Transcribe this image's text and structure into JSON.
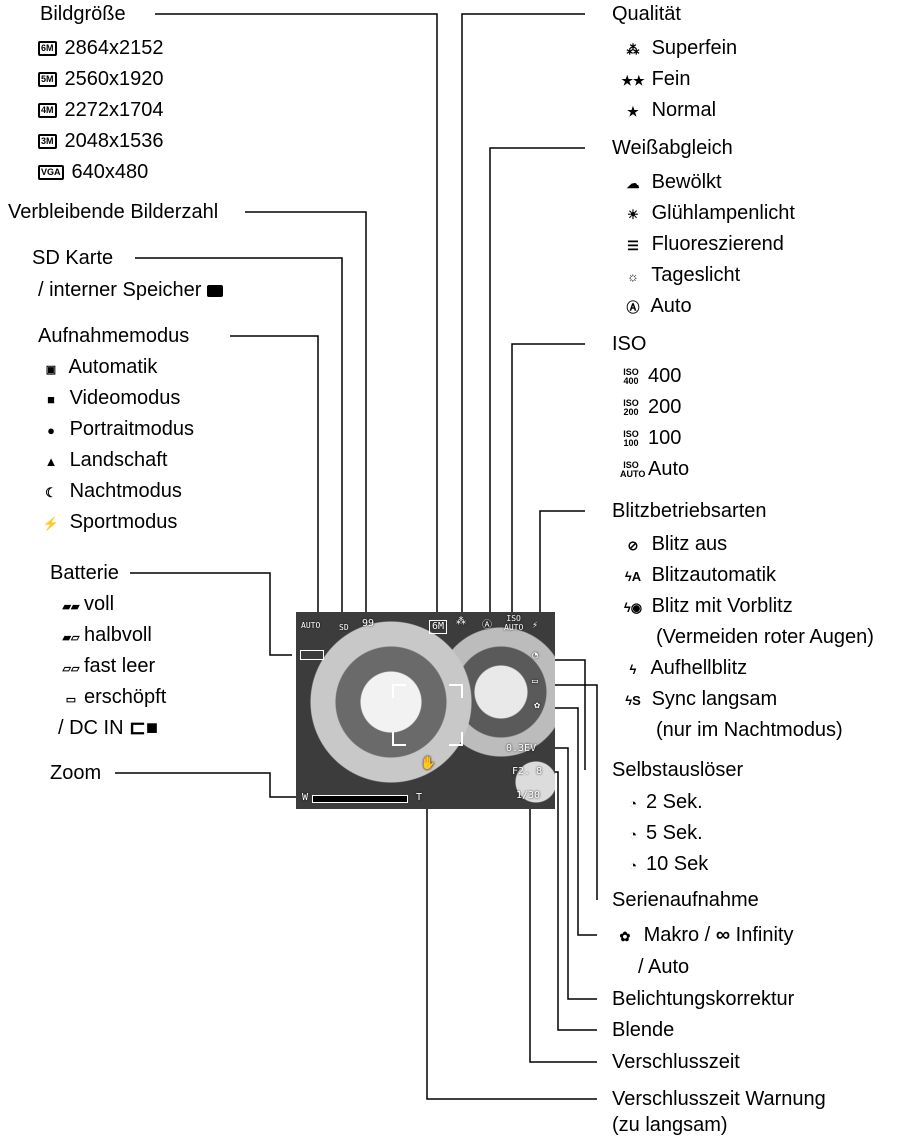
{
  "left": {
    "bildgroesse": {
      "title": "Bildgröße",
      "items": [
        {
          "icon": "6M",
          "text": "2864x2152"
        },
        {
          "icon": "5M",
          "text": "2560x1920"
        },
        {
          "icon": "4M",
          "text": "2272x1704"
        },
        {
          "icon": "3M",
          "text": "2048x1536"
        },
        {
          "icon": "VGA",
          "text": "640x480"
        }
      ]
    },
    "verbleibende": "Verbleibende Bilderzahl",
    "sd_karte": "SD Karte",
    "interner_speicher": "/ interner Speicher",
    "aufnahmemodus": {
      "title": "Aufnahmemodus",
      "items": [
        "Automatik",
        "Videomodus",
        "Portraitmodus",
        "Landschaft",
        "Nachtmodus",
        "Sportmodus"
      ]
    },
    "batterie": {
      "title": "Batterie",
      "items": [
        "voll",
        "halbvoll",
        "fast leer",
        "erschöpft"
      ],
      "dc_in": "/ DC IN"
    },
    "zoom": "Zoom"
  },
  "right": {
    "qualitaet": {
      "title": "Qualität",
      "items": [
        "Superfein",
        "Fein",
        "Normal"
      ]
    },
    "weissabgleich": {
      "title": "Weißabgleich",
      "items": [
        "Bewölkt",
        "Glühlampenlicht",
        "Fluoreszierend",
        "Tageslicht",
        "Auto"
      ]
    },
    "iso": {
      "title": "ISO",
      "items": [
        {
          "icon_top": "ISO",
          "icon_bottom": "400",
          "text": "400"
        },
        {
          "icon_top": "ISO",
          "icon_bottom": "200",
          "text": "200"
        },
        {
          "icon_top": "ISO",
          "icon_bottom": "100",
          "text": "100"
        },
        {
          "icon_top": "ISO",
          "icon_bottom": "AUTO",
          "text": "Auto"
        }
      ]
    },
    "blitz": {
      "title": "Blitzbetriebsarten",
      "items": [
        "Blitz aus",
        "Blitzautomatik",
        "Blitz mit Vorblitz",
        "(Vermeiden roter Augen)",
        "Aufhellblitz",
        "Sync langsam",
        "(nur im Nachtmodus)"
      ]
    },
    "selbstausloeser": {
      "title": "Selbstauslöser",
      "items": [
        "2 Sek.",
        "5 Sek.",
        "10 Sek"
      ]
    },
    "serienaufnahme": "Serienaufnahme",
    "makro": "Makro /",
    "infinity": "Infinity",
    "auto": "/ Auto",
    "belichtung": "Belichtungskorrektur",
    "blende": "Blende",
    "verschlusszeit": "Verschlusszeit",
    "warnung": "Verschlusszeit Warnung",
    "warnung2": "(zu langsam)"
  },
  "screen": {
    "auto_label": "AUTO",
    "sd_label": "SD",
    "remaining": "99",
    "size_label": "6M",
    "iso_top": "ISO",
    "iso_bottom": "AUTO",
    "ev": "0.3EV",
    "aperture": "F2. 8",
    "shutter": "1/30",
    "zoom_w": "W",
    "zoom_t": "T",
    "zoom_level": 0.0
  }
}
